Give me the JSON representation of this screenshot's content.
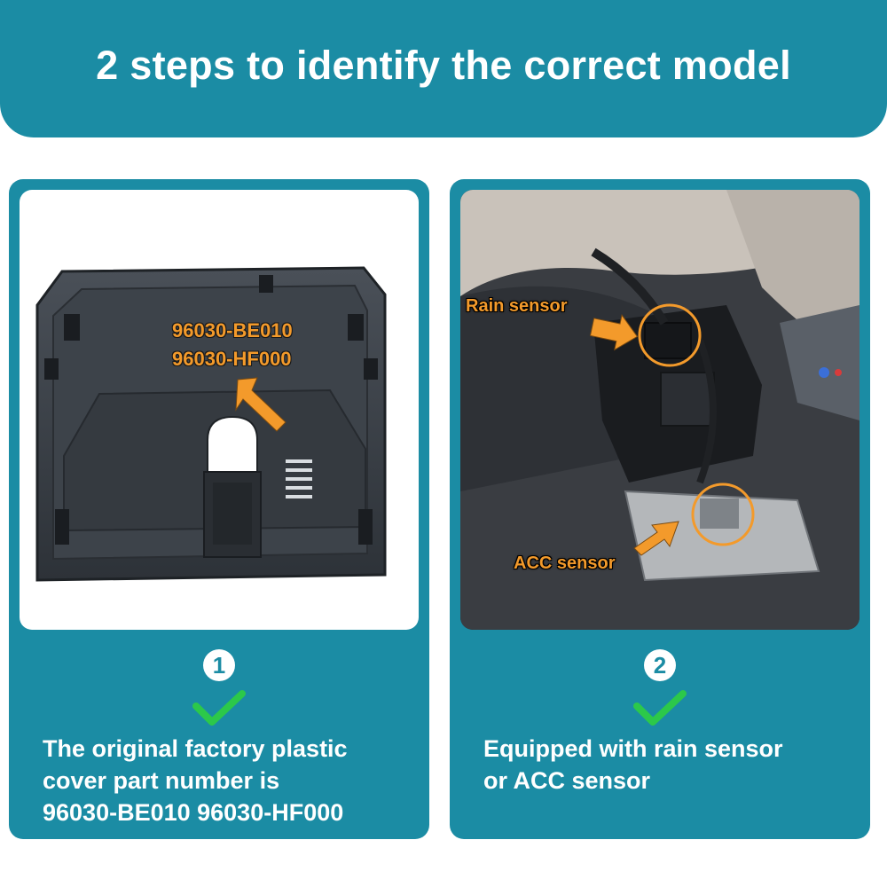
{
  "header": {
    "title": "2 steps to identify the correct model"
  },
  "steps": [
    {
      "number": "1",
      "photo_labels": [
        "96030-BE010",
        "96030-HF000"
      ],
      "description_lines": [
        "The original factory plastic",
        "cover part number is",
        "96030-BE010  96030-HF000"
      ]
    },
    {
      "number": "2",
      "photo_labels": [
        "Rain sensor",
        "ACC sensor"
      ],
      "description_lines": [
        "Equipped with rain sensor",
        "or ACC sensor"
      ]
    }
  ],
  "colors": {
    "brand_teal": "#1b8ca4",
    "check_green": "#2cc84a",
    "accent_orange": "#f39a2b"
  },
  "icons": {
    "checkmark": "check-icon",
    "arrow": "arrow-icon",
    "highlight": "circle-highlight-icon"
  }
}
